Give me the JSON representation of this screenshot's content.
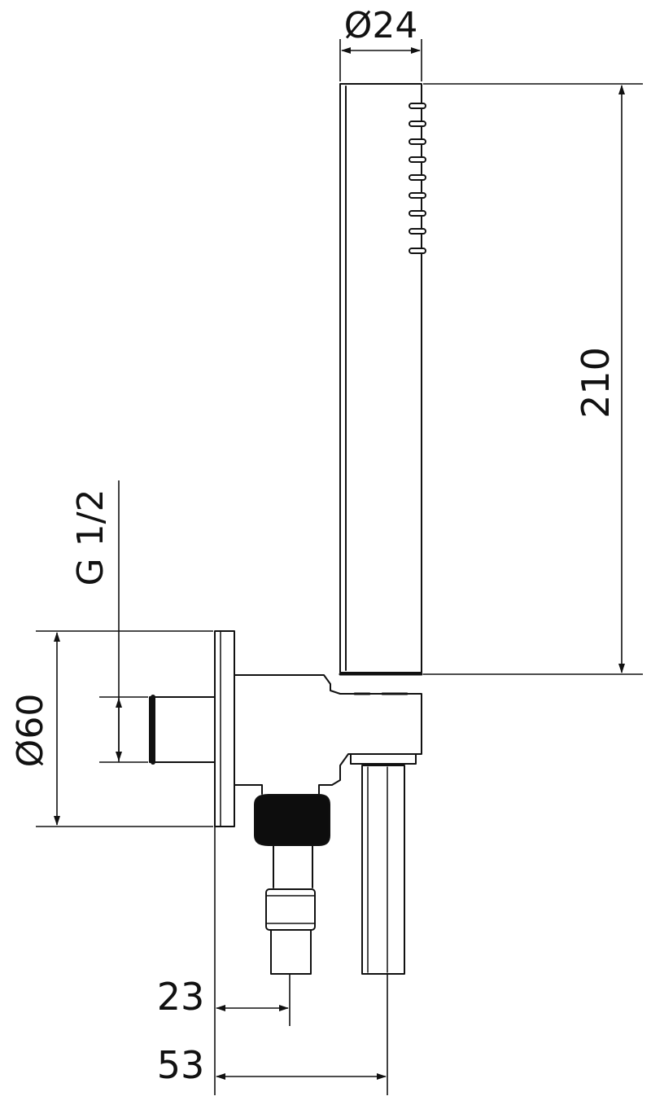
{
  "drawing": {
    "title": "Hand shower with wall elbow outlet and holder — technical drawing",
    "dimensions": {
      "handle_diameter": "Ø24",
      "handle_length": "210",
      "thread": "G 1/2",
      "flange_diameter": "Ø60",
      "outlet_offset": "23",
      "total_projection": "53"
    }
  },
  "colors": {
    "line": "#111111",
    "fill_dark": "#0d0d0d",
    "background": "#ffffff"
  }
}
